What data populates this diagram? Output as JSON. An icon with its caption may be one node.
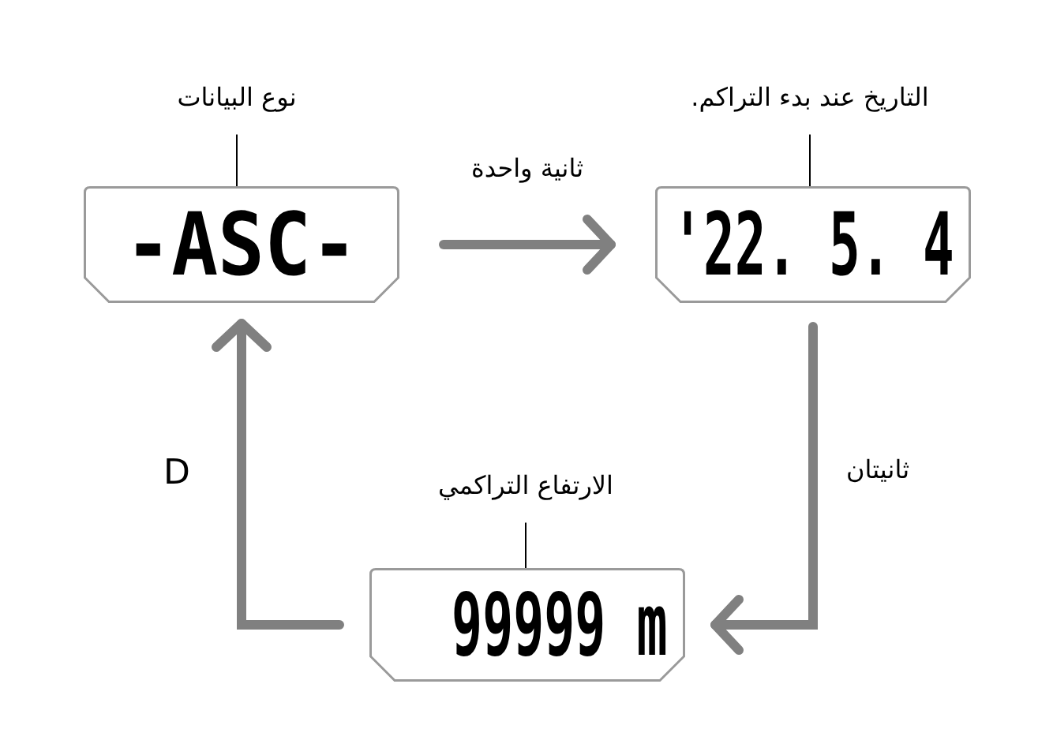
{
  "diagram": {
    "nodes": [
      {
        "text": [
          "نوع البيانات"
        ]
      },
      {
        "text": [
          "-ASC-"
        ]
      },
      {
        "text": [
          "التاريخ عند بدء التراكم."
        ]
      },
      {
        "text": [
          "'22. 5. 4"
        ]
      },
      {
        "text": [
          "الارتفاع التراكمي"
        ]
      },
      {
        "text": [
          "99999 m"
        ]
      }
    ],
    "edges": [
      {
        "from": 1,
        "to": 3,
        "arrow": "to",
        "label": "ثانية واحدة",
        "style": "thick",
        "color": "#808080"
      },
      {
        "from": 3,
        "to": 5,
        "arrow": "to",
        "label": "ثانيتان",
        "style": "thick",
        "color": "#808080"
      },
      {
        "from": 5,
        "to": 1,
        "arrow": "to",
        "label": "D",
        "style": "thick",
        "color": "#808080"
      },
      {
        "from": 0,
        "to": 1,
        "arrow": "none",
        "color": "#000000"
      },
      {
        "from": 2,
        "to": 3,
        "arrow": "none",
        "color": "#000000"
      },
      {
        "from": 4,
        "to": 5,
        "arrow": "none",
        "color": "#000000"
      }
    ]
  }
}
